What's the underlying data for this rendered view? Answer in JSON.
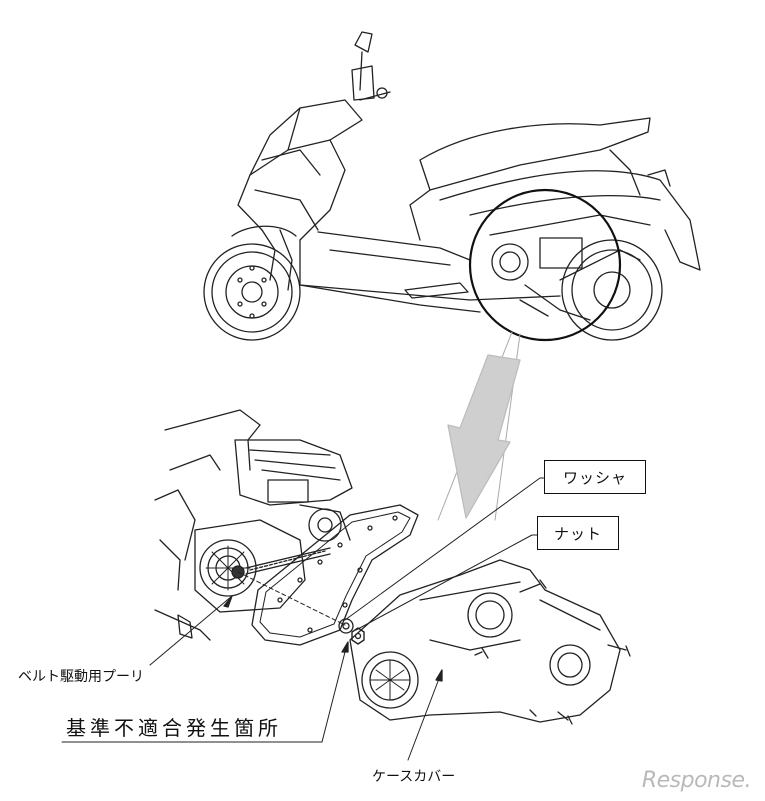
{
  "labels": {
    "washer": "ワッシャ",
    "nut": "ナット",
    "pulley": "ベルト駆動用プーリ",
    "defect_location": "基準不適合発生箇所",
    "case_cover": "ケースカバー"
  },
  "watermark": "Response.",
  "icons": {
    "scooter": "scooter-illustration-icon",
    "engine": "engine-exploded-view-icon",
    "arrow": "magnify-arrow-icon"
  }
}
